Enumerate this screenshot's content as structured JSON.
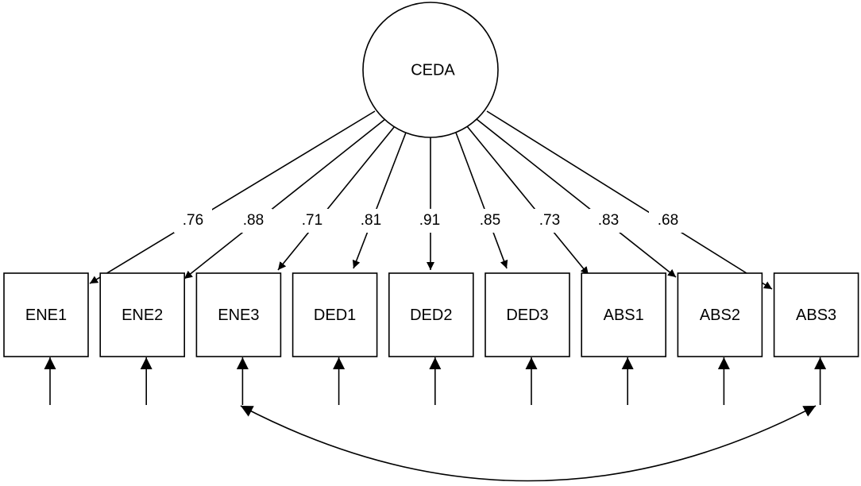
{
  "latent": {
    "label": "CEDA"
  },
  "indicators": [
    {
      "label": "ENE1",
      "loading": ".76"
    },
    {
      "label": "ENE2",
      "loading": ".88"
    },
    {
      "label": "ENE3",
      "loading": ".71"
    },
    {
      "label": "DED1",
      "loading": ".81"
    },
    {
      "label": "DED2",
      "loading": ".91"
    },
    {
      "label": "DED3",
      "loading": ".85"
    },
    {
      "label": "ABS1",
      "loading": ".73"
    },
    {
      "label": "ABS2",
      "loading": ".83"
    },
    {
      "label": "ABS3",
      "loading": ".68"
    }
  ],
  "covariance": {
    "from": "ENE3",
    "to": "ABS3"
  }
}
